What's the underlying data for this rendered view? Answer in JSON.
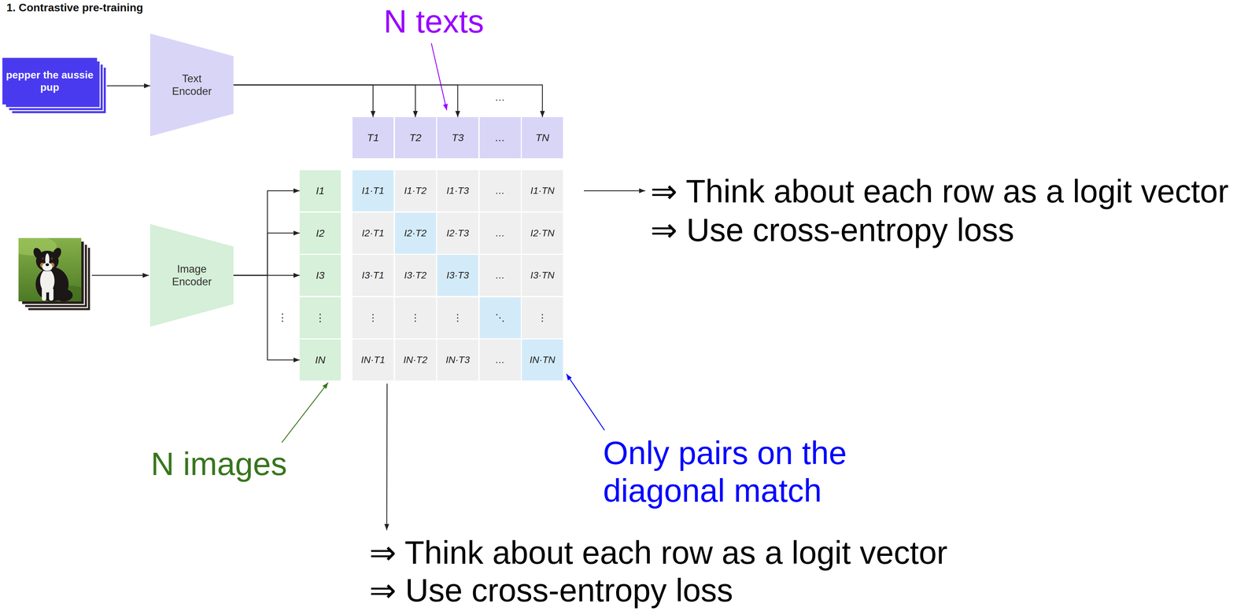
{
  "diagram": {
    "title": "1. Contrastive pre-training",
    "nodes": [
      {
        "text": [
          "pepper the aussie pup"
        ]
      },
      {
        "text": [
          "Text Encoder"
        ]
      },
      {
        "text": [
          "T1"
        ]
      },
      {
        "text": [
          "T2"
        ]
      },
      {
        "text": [
          "T3"
        ]
      },
      {
        "text": [
          "…"
        ]
      },
      {
        "text": [
          "TN"
        ]
      },
      {
        "text": [
          "Image Encoder"
        ]
      },
      {
        "text": [
          "I1"
        ]
      },
      {
        "text": [
          "I2"
        ]
      },
      {
        "text": [
          "I3"
        ]
      },
      {
        "text": [
          "⋮"
        ]
      },
      {
        "text": [
          "IN"
        ]
      }
    ],
    "edges": [
      {
        "from": 0,
        "to": 1,
        "arrow": "to"
      },
      {
        "from": 1,
        "to": 2,
        "arrow": "to"
      },
      {
        "from": 1,
        "to": 3,
        "arrow": "to"
      },
      {
        "from": 1,
        "to": 4,
        "arrow": "to"
      },
      {
        "from": 1,
        "to": 6,
        "arrow": "to"
      },
      {
        "from": 7,
        "to": 8,
        "arrow": "to"
      },
      {
        "from": 7,
        "to": 9,
        "arrow": "to"
      },
      {
        "from": 7,
        "to": 10,
        "arrow": "to"
      },
      {
        "from": 7,
        "to": 12,
        "arrow": "to"
      }
    ],
    "labels": [
      "…",
      "I1·T1",
      "I1·T2",
      "I1·T3",
      "…",
      "I1·TN",
      "I2·T1",
      "I2·T2",
      "I2·T3",
      "…",
      "I2·TN",
      "I3·T1",
      "I3·T2",
      "I3·T3",
      "…",
      "I3·TN",
      "⋮",
      "⋮",
      "⋮",
      "⋱",
      "⋮",
      "IN·T1",
      "IN·T2",
      "IN·T3",
      "…",
      "IN·TN",
      "⋮",
      "N texts",
      "⇒ Think about each row as a logit vector",
      "⇒ Use cross-entropy loss",
      "N images",
      "Only pairs on the diagonal match",
      "⇒ Think about each row as a logit vector",
      "⇒ Use cross-entropy loss"
    ]
  }
}
